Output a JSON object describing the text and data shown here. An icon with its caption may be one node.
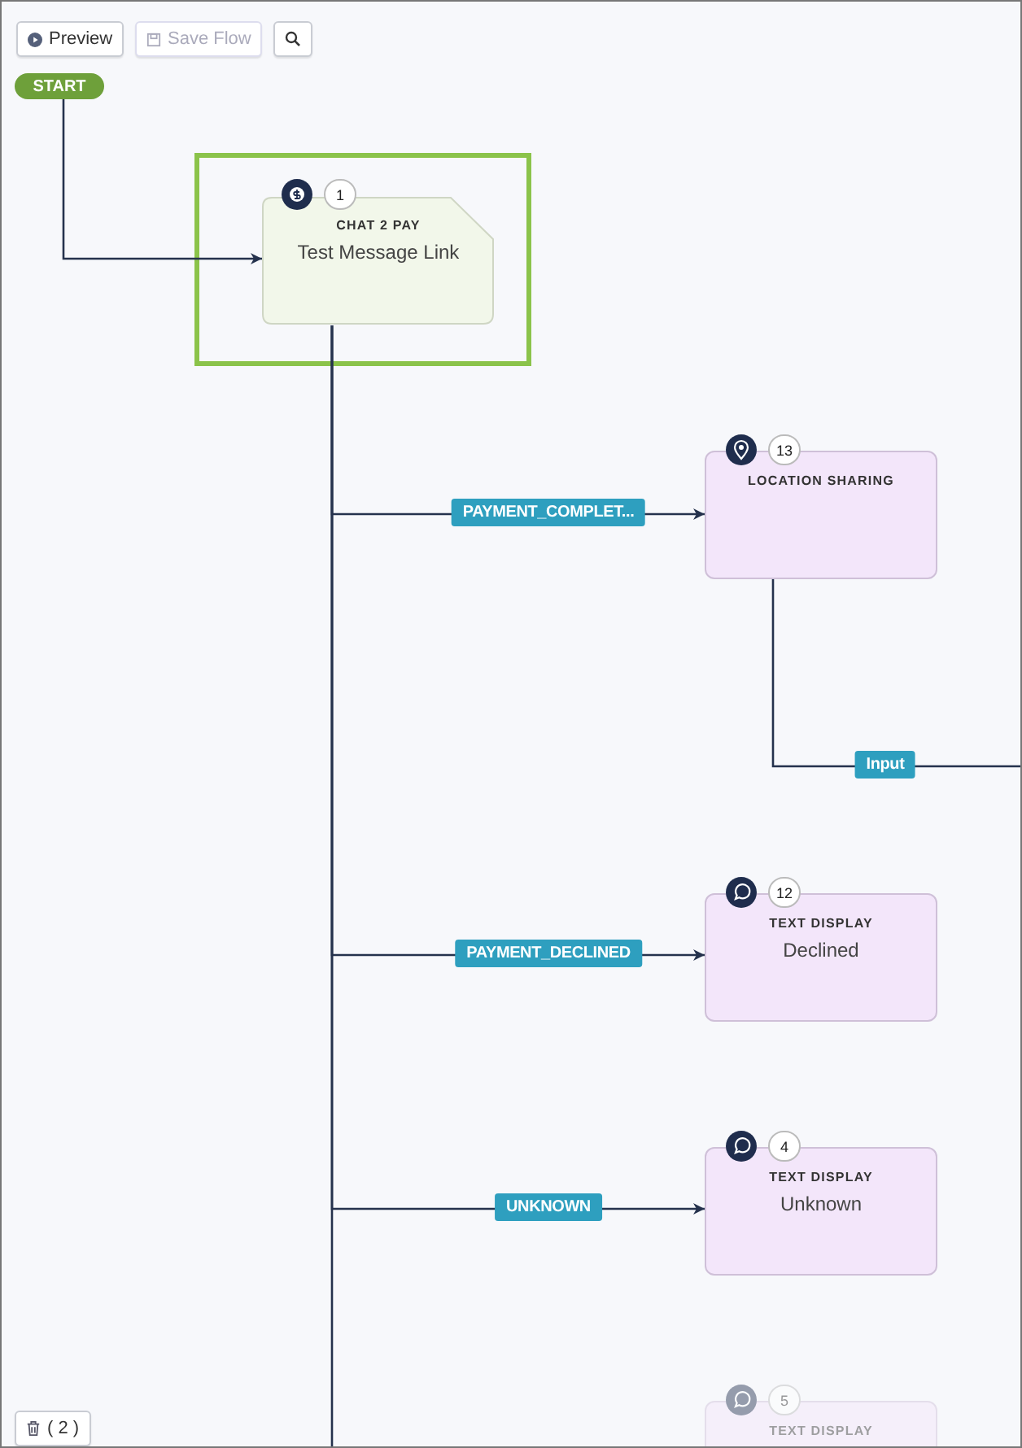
{
  "diagram": {
    "nodes": [
      {
        "text": [
          "START"
        ]
      },
      {
        "text": [
          "CHAT 2 PAY",
          "Test Message Link"
        ],
        "beside": [
          "1"
        ]
      },
      {
        "text": [
          "LOCATION SHARING"
        ],
        "beside": [
          "13"
        ]
      },
      {
        "text": [
          "TEXT DISPLAY",
          "Declined"
        ],
        "beside": [
          "12"
        ]
      },
      {
        "text": [
          "TEXT DISPLAY",
          "Unknown"
        ],
        "beside": [
          "4"
        ]
      },
      {
        "text": [
          "TEXT DISPLAY"
        ],
        "beside": [
          "5"
        ]
      }
    ],
    "edges": [
      {
        "from": 0,
        "to": 1,
        "arrow": "to"
      },
      {
        "from": 1,
        "to": 2,
        "arrow": "to",
        "label": "PAYMENT_COMPLET..."
      },
      {
        "from": 1,
        "to": 3,
        "arrow": "to",
        "label": "PAYMENT_DECLINED"
      },
      {
        "from": 1,
        "to": 4,
        "arrow": "to",
        "label": "UNKNOWN"
      },
      {
        "from": 1,
        "to": null,
        "arrow": "none"
      },
      {
        "from": 2,
        "to": null,
        "arrow": "none",
        "label": "Input"
      }
    ],
    "labels": [
      "Preview",
      "Save Flow",
      "( 2 )"
    ]
  }
}
